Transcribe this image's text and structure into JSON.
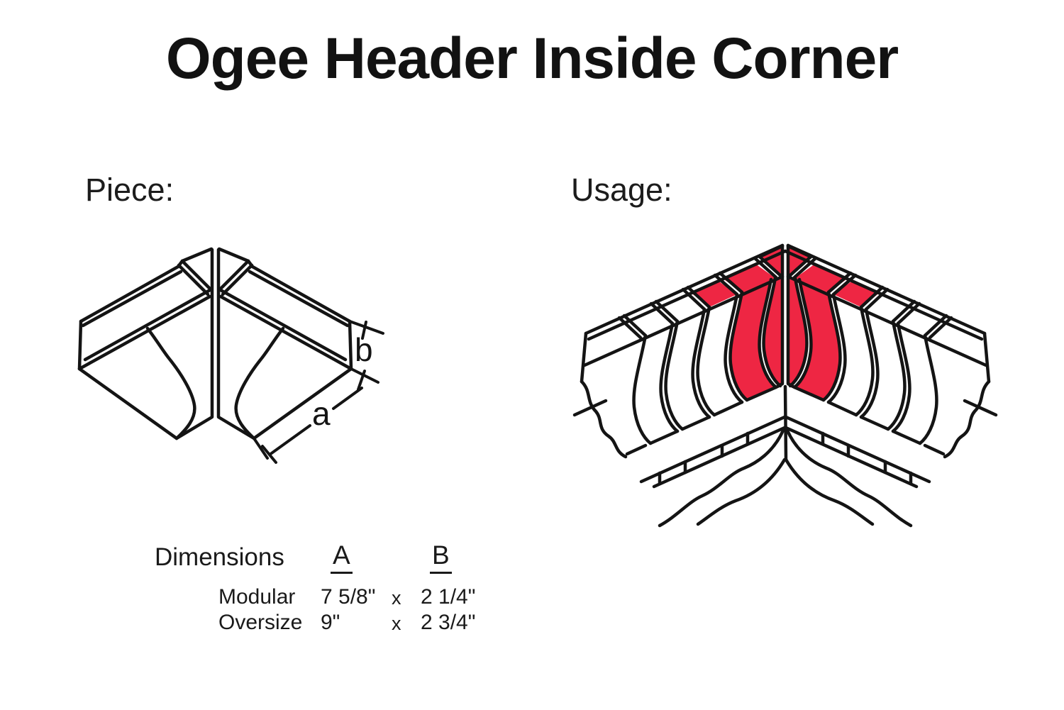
{
  "title": "Ogee Header Inside Corner",
  "sections": {
    "piece": {
      "label": "Piece:",
      "dim_a": "a",
      "dim_b": "b"
    },
    "usage": {
      "label": "Usage:"
    }
  },
  "dimensions": {
    "heading": "Dimensions",
    "col_a": "A",
    "col_b": "B",
    "rows": [
      {
        "name": "Modular",
        "a": "7 5/8\"",
        "x": "x",
        "b": "2 1/4\""
      },
      {
        "name": "Oversize",
        "a": "9\"",
        "x": "x",
        "b": "2 3/4\""
      }
    ]
  },
  "colors": {
    "highlight_red": "#ee2643",
    "line_black": "#141414",
    "background": "#ffffff"
  }
}
